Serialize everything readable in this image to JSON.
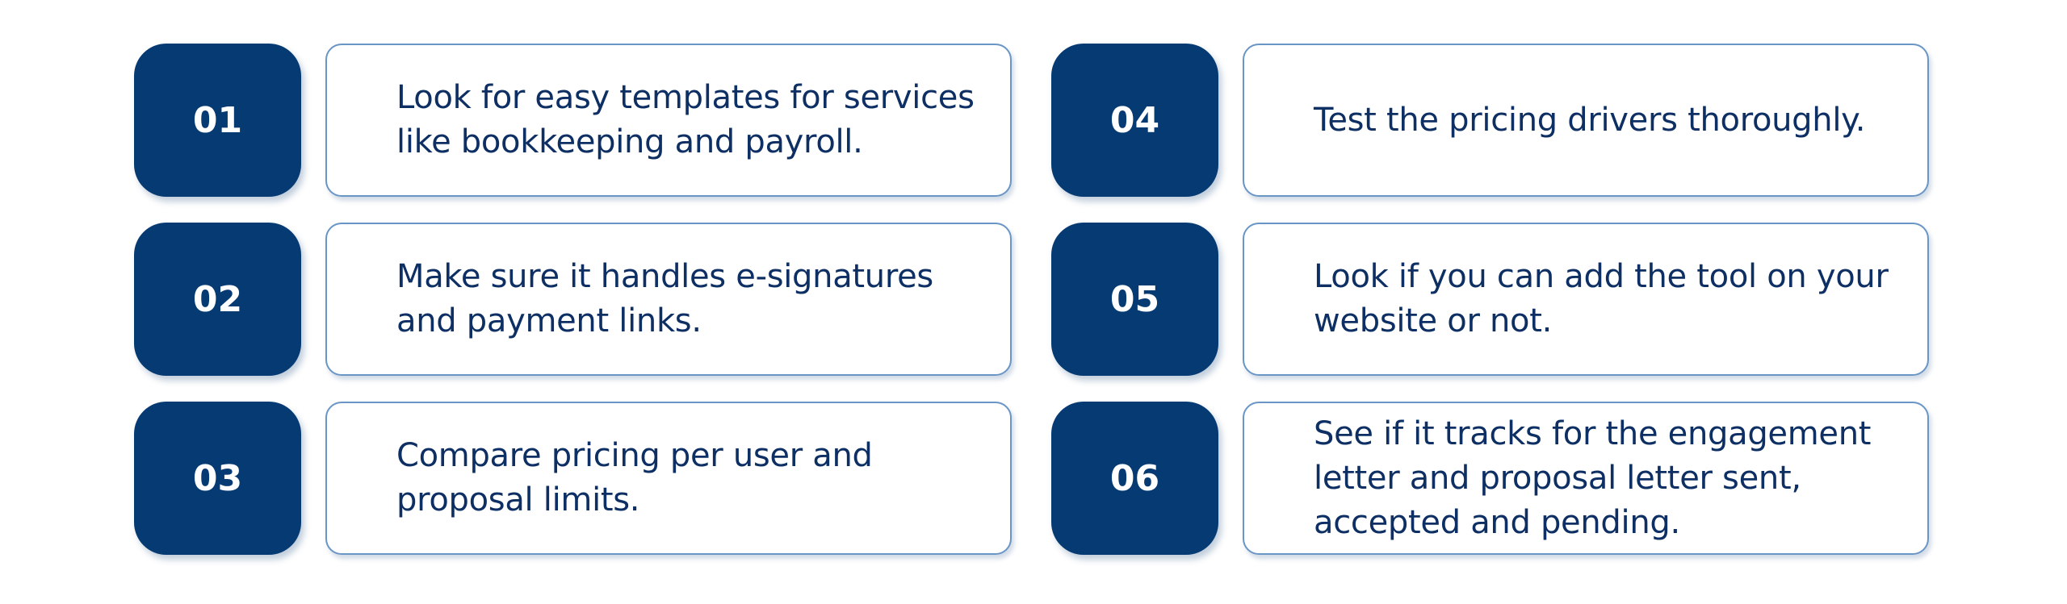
{
  "items": [
    {
      "number": "01",
      "text": "Look for easy templates for services like bookkeeping and payroll."
    },
    {
      "number": "02",
      "text": "Make sure it handles e-signatures and payment links."
    },
    {
      "number": "03",
      "text": "Compare pricing per user and proposal limits."
    },
    {
      "number": "04",
      "text": "Test the pricing drivers thoroughly."
    },
    {
      "number": "05",
      "text": "Look if you can add the tool on your website or not."
    },
    {
      "number": "06",
      "text": "See if it tracks for the engagement letter and proposal letter sent, accepted and pending."
    }
  ],
  "colors": {
    "badge_background": "#063a73",
    "badge_text": "#ffffff",
    "card_border": "#6a96c6",
    "card_text": "#0d2f63"
  }
}
